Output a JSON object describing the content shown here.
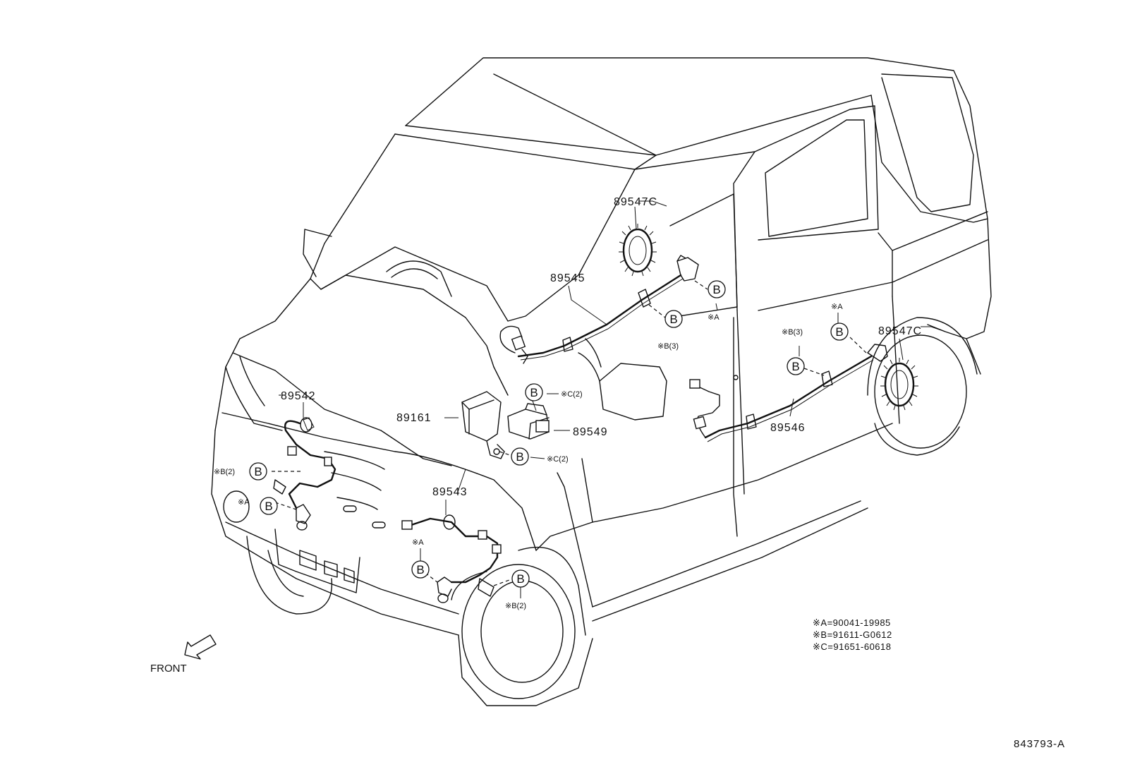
{
  "parts": {
    "p89547c_upper": "89547C",
    "p89547c_lower": "89547C",
    "p89545": "89545",
    "p89546": "89546",
    "p89542": "89542",
    "p89543": "89543",
    "p89161": "89161",
    "p89549": "89549"
  },
  "callout_letter": "B",
  "notes": {
    "a": "※A",
    "b3": "※B(3)",
    "b2": "※B(2)",
    "c2": "※C(2)"
  },
  "legend": [
    "※A=90041-19985",
    "※B=91611-G0612",
    "※C=91651-60618"
  ],
  "front_label": "FRONT",
  "diagram_id": "843793-A"
}
